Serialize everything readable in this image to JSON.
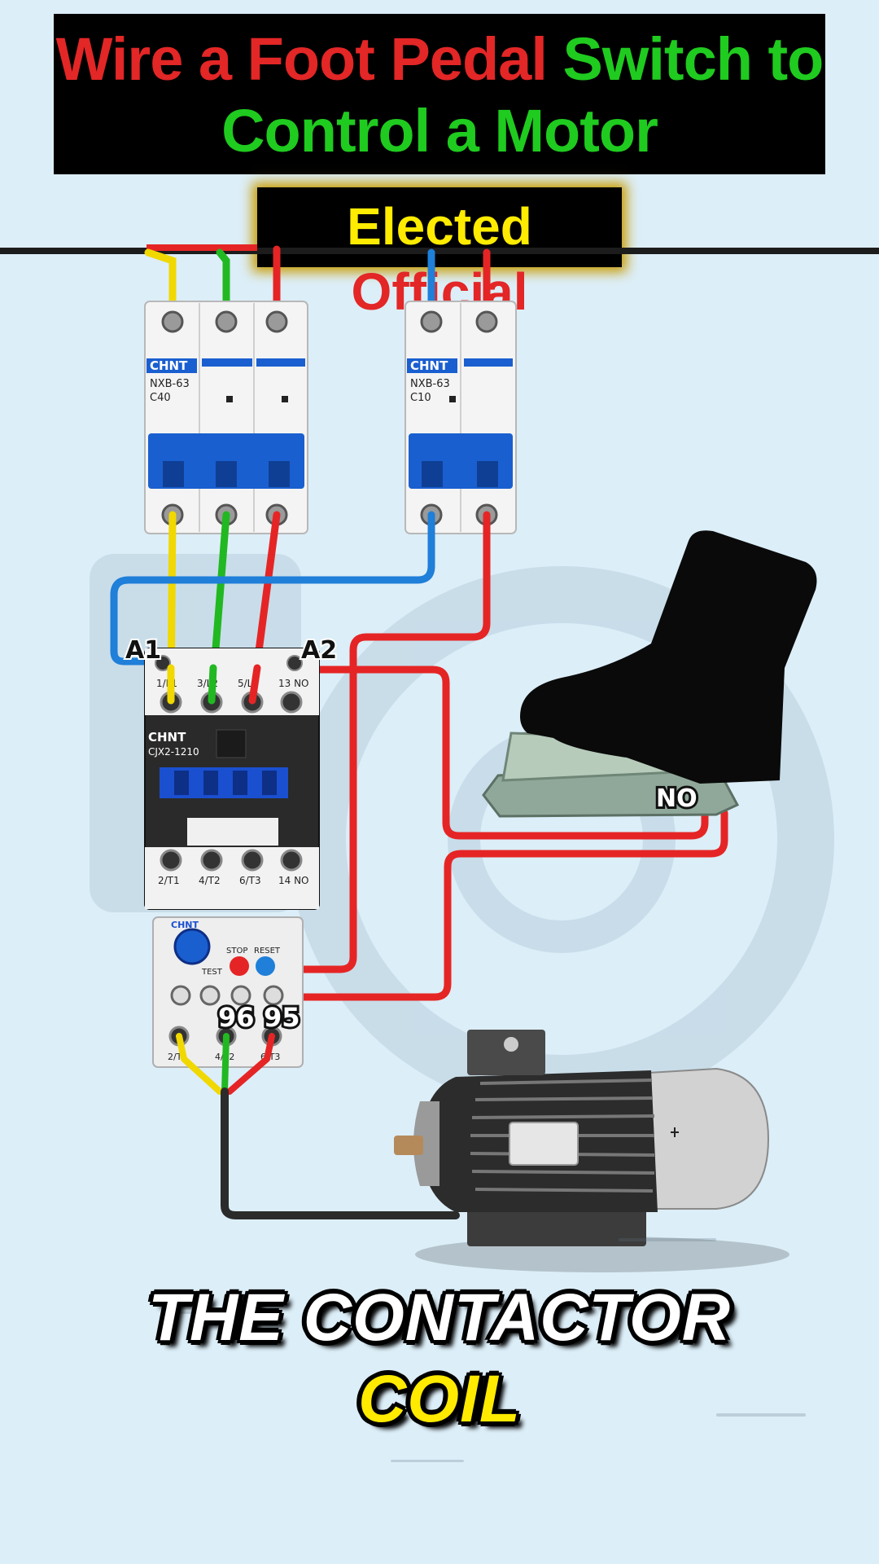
{
  "title": {
    "part1": "Wire a Foot Pedal",
    "part2": "Switch to",
    "part3": "Control a Motor"
  },
  "channel": {
    "part1": "Elected",
    "part2": "Official"
  },
  "breaker_3p": {
    "brand": "CHNT",
    "model": "NXB-63",
    "rating": "C40"
  },
  "breaker_2p": {
    "brand": "CHNT",
    "model": "NXB-63",
    "rating": "C10"
  },
  "contactor": {
    "brand": "CHNT",
    "model": "CJX2-1210",
    "coil_a1": "A1",
    "coil_a2": "A2",
    "top_terminals": [
      "1/L1",
      "3/L2",
      "5/L3",
      "13 NO"
    ],
    "bottom_terminals": [
      "2/T1",
      "4/T2",
      "6/T3",
      "14 NO"
    ]
  },
  "overload_relay": {
    "brand": "CHNT",
    "stop_label": "STOP",
    "reset_label": "RESET",
    "test_label": "TEST",
    "terminal_96": "96",
    "terminal_95": "95",
    "bottom_terminals": [
      "2/T1",
      "4/T2",
      "6/T3"
    ]
  },
  "foot_pedal": {
    "contact_label": "NO"
  },
  "caption": {
    "main": "THE CONTACTOR",
    "highlight": "COIL"
  },
  "colors": {
    "background": "#dceef8",
    "wire_red": "#e52525",
    "wire_yellow": "#f0d800",
    "wire_green": "#22b822",
    "wire_blue": "#1f7fd9",
    "wire_black": "#2b2b2b",
    "breaker_blue": "#1a5fd0"
  }
}
